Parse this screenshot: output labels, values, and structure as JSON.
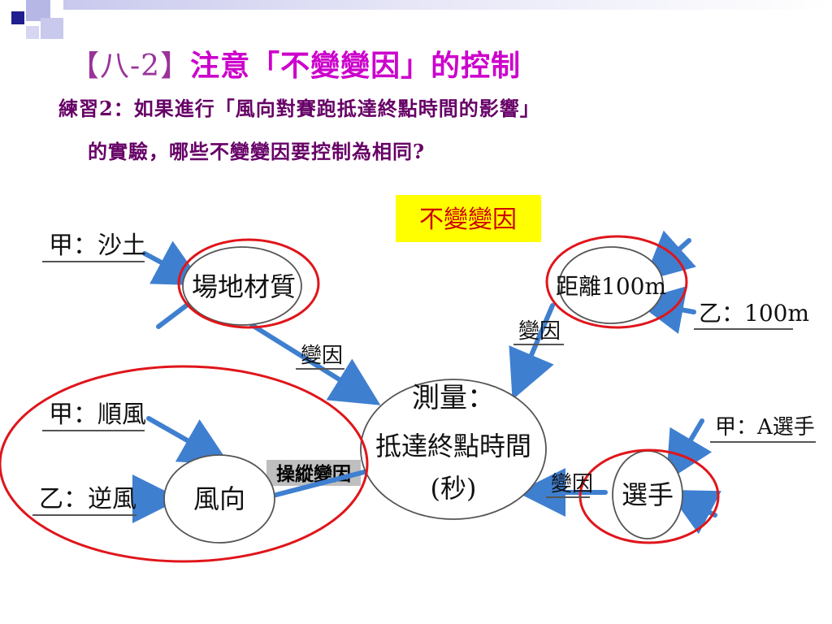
{
  "slide": {
    "title_prefix": "【八-2】",
    "title": "注意「不變變因」的控制",
    "question_line1": "練習2：如果進行「風向對賽跑抵達終點時間的影響」",
    "question_line2": "的實驗，哪些不變變因要控制為相同?"
  },
  "diagram": {
    "legend_constant": "不變變因",
    "legend_manipulated": "操縱變因",
    "center_line1": "測量：",
    "center_line2": "抵達終點時間",
    "center_line3": "(秒)",
    "node_field": "場地材質",
    "node_wind": "風向",
    "node_distance": "距離100m",
    "node_runner": "選手",
    "label_field_option": "甲：沙土",
    "label_wind_a": "甲：順風",
    "label_wind_b": "乙：逆風",
    "label_distance_option": "乙：100m",
    "label_runner_option": "甲：A選手",
    "edge_label_1": "變因",
    "edge_label_2": "變因",
    "edge_label_3": "變因",
    "colors": {
      "title": "#cc00cc",
      "question": "#660066",
      "arrow": "#3f7fd0",
      "highlight_ring": "#e0151b",
      "legend_yellow": "#ffff00",
      "legend_gray": "#bfbfbf"
    }
  }
}
